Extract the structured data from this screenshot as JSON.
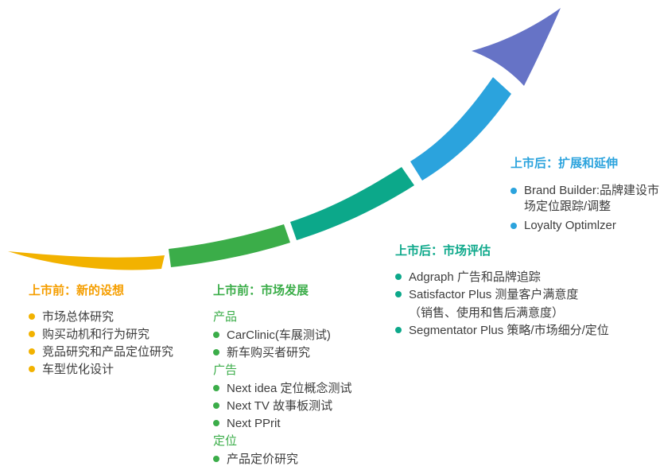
{
  "colors": {
    "orange": "#F59E00",
    "yellow": "#F2B200",
    "green": "#3BAD49",
    "teal": "#0CA88A",
    "blue": "#2BA3DD",
    "purple": "#6673C6",
    "text": "#3D3D3D"
  },
  "arrow": {
    "segments": [
      "pre-launch-idea",
      "pre-launch-market",
      "post-launch-evaluation",
      "post-launch-expansion",
      "arrowhead"
    ]
  },
  "sections": {
    "pre_idea": {
      "heading": "上市前：新的设想",
      "items": [
        "市场总体研究",
        "购买动机和行为研究",
        "竞品研究和产品定位研究",
        "车型优化设计"
      ]
    },
    "pre_market": {
      "heading": "上市前：市场发展",
      "groups": [
        {
          "label": "产品",
          "items": [
            "CarClinic(车展测试)",
            "新车购买者研究"
          ]
        },
        {
          "label": "广告",
          "items": [
            "Next idea 定位概念测试",
            "Next TV 故事板测试",
            "Next PPrit"
          ]
        },
        {
          "label": "定位",
          "items": [
            "产品定价研究"
          ]
        }
      ]
    },
    "post_eval": {
      "heading": "上市后：市场评估",
      "items": [
        {
          "text": "Adgraph 广告和品牌追踪"
        },
        {
          "text": "Satisfactor Plus 测量客户满意度",
          "note": "（销售、使用和售后满意度）"
        },
        {
          "text": "Segmentator Plus 策略/市场细分/定位"
        }
      ]
    },
    "post_expand": {
      "heading": "上市后：扩展和延伸",
      "items": [
        "Brand Builder:品牌建设市场定位跟踪/调整",
        "Loyalty Optimlzer"
      ]
    }
  }
}
